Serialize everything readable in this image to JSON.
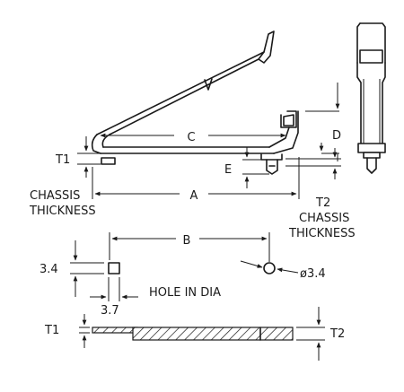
{
  "labels": {
    "c": "C",
    "d": "D",
    "t1_top": "T1",
    "chassis_left_1": "CHASSIS",
    "chassis_left_2": "THICKNESS",
    "e": "E",
    "a": "A",
    "t2_top": "T2",
    "chassis_right_1": "CHASSIS",
    "chassis_right_2": "THICKNESS",
    "b": "B",
    "dim_34": "3.4",
    "dia_34": "ø3.4",
    "dim_37": "3.7",
    "hole_in_dia": "HOLE  IN  DIA",
    "t1_bottom": "T1",
    "t2_bottom": "T2"
  }
}
